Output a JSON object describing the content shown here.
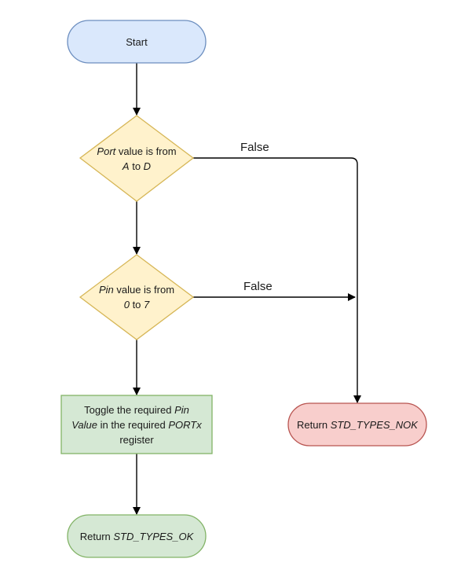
{
  "nodes": {
    "start": {
      "text": "Start"
    },
    "port_check": {
      "line1": {
        "em": "Port",
        "rest": " value is from"
      },
      "line2": {
        "a": "A",
        "mid": " to ",
        "b": "D"
      }
    },
    "pin_check": {
      "line1": {
        "em": "Pin",
        "rest": " value is from"
      },
      "line2": {
        "a": "0",
        "mid": " to ",
        "b": "7"
      }
    },
    "toggle": {
      "line1": {
        "pre": "Toggle the required ",
        "em": "Pin"
      },
      "line2": {
        "em1": "Value",
        "mid": " in the required ",
        "em2": "PORTx"
      },
      "line3": "register"
    },
    "return_ok": {
      "pre": "Return ",
      "em": "STD_TYPES_OK"
    },
    "return_nok": {
      "pre": "Return ",
      "em": "STD_TYPES_NOK"
    }
  },
  "edges": {
    "port_false": "False",
    "pin_false": "False"
  },
  "colors": {
    "start_fill": "#dae8fc",
    "start_stroke": "#6c8ebf",
    "decision_fill": "#fff2cc",
    "decision_stroke": "#d6b656",
    "process_fill": "#d5e8d4",
    "process_stroke": "#82b366",
    "error_fill": "#f8cecc",
    "error_stroke": "#b85450",
    "edge": "#000000"
  }
}
